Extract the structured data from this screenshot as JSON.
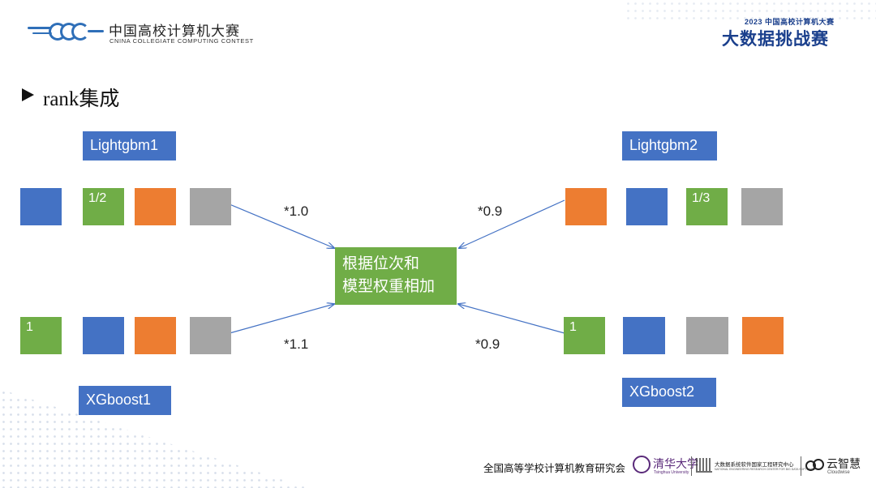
{
  "header": {
    "org_cn": "中国高校计算机大赛",
    "org_en": "CNINA COLLEGIATE COMPUTING CONTEST",
    "event_sub": "2023 中国高校计算机大赛",
    "event_main": "大数据挑战赛"
  },
  "heading": "rank集成",
  "models": {
    "lightgbm1": {
      "label": "Lightgbm1",
      "weight": "*1.0",
      "ranks": [
        "",
        "1/2",
        "",
        ""
      ]
    },
    "xgboost1": {
      "label": "XGboost1",
      "weight": "*1.1",
      "ranks": [
        "1",
        "",
        "",
        ""
      ]
    },
    "lightgbm2": {
      "label": "Lightgbm2",
      "weight": "*0.9",
      "ranks": [
        "",
        "",
        "1/3",
        ""
      ]
    },
    "xgboost2": {
      "label": "XGboost2",
      "weight": "*0.9",
      "ranks": [
        "1",
        "",
        "",
        ""
      ]
    }
  },
  "center": {
    "line1": "根据位次和",
    "line2": "模型权重相加"
  },
  "colors": {
    "blue": "#4472c4",
    "green": "#70ad47",
    "orange": "#ed7d31",
    "gray": "#a5a5a5",
    "arrow": "#4472c4"
  },
  "footer": {
    "org": "全国高等学校计算机教育研究会",
    "tsinghua": "清华大学",
    "tsinghua_en": "Tsinghua University",
    "center": "大数据系统软件国家工程研究中心",
    "center_en": "NATIONAL ENGINEERING RESEARCH CENTER FOR BIG DATA SOFTWARE",
    "cloud": "云智慧",
    "cloud_en": "Cloudwise"
  }
}
